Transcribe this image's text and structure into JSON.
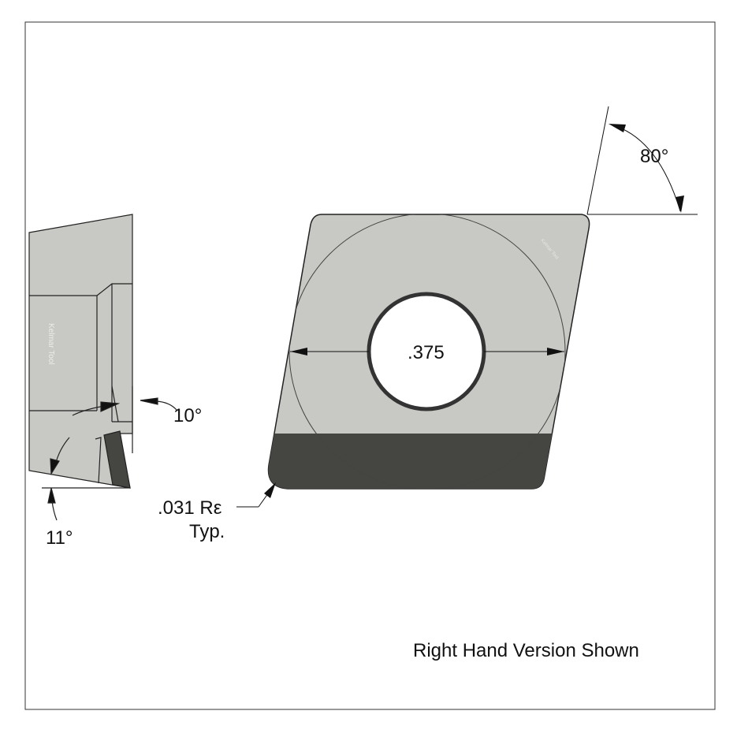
{
  "labels": {
    "angle_top": "80°",
    "hole_diameter": ".375",
    "angle_side_top": "10°",
    "angle_side_bottom": "11°",
    "corner_radius": ".031 Rε",
    "corner_radius_note": "Typ.",
    "footnote": "Right Hand Version Shown"
  },
  "watermark": "Kelmar Tool",
  "colors": {
    "insert_body": "#c8c8c4",
    "edge_band": "#454541",
    "line": "#222222"
  }
}
